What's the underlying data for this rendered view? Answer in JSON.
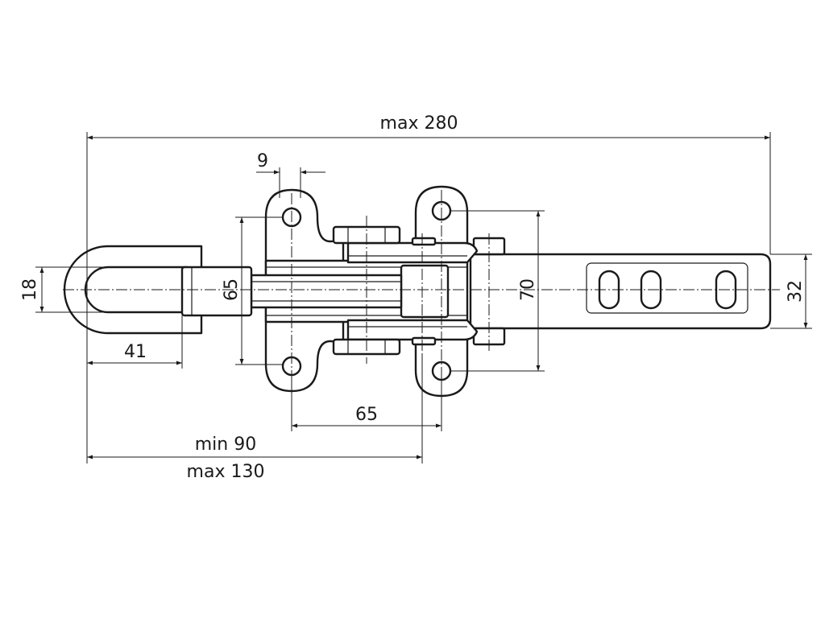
{
  "dimensions": {
    "overall_length": "max 280",
    "pin_offset": "9",
    "plate_height": "65",
    "frame_height": "70",
    "handle_width": "32",
    "bar_width": "18",
    "loop_length": "41",
    "hole_spacing": "65",
    "reach_min": "min 90",
    "reach_max": "max 130"
  }
}
